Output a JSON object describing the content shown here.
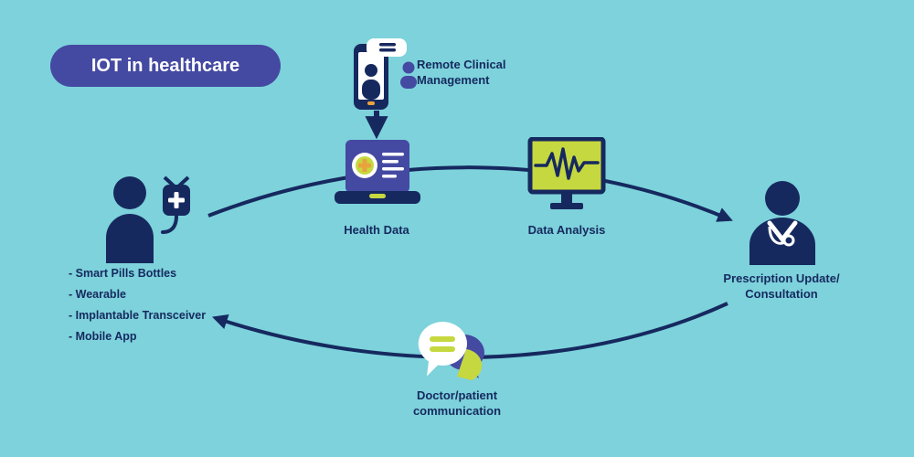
{
  "title_badge": "IOT in healthcare",
  "nodes": {
    "remote_clinical": {
      "line1": "Remote Clinical",
      "line2": "Management"
    },
    "health_data": {
      "label": "Health Data"
    },
    "data_analysis": {
      "label": "Data Analysis"
    },
    "prescription": {
      "line1": "Prescription Update/",
      "line2": "Consultation"
    },
    "communication": {
      "line1": "Doctor/patient",
      "line2": "communication"
    }
  },
  "device_list": [
    "- Smart Pills Bottles",
    "- Wearable",
    "- Implantable Transceiver",
    "- Mobile App"
  ],
  "colors": {
    "background": "#7dd2db",
    "navy": "#16295f",
    "indigo": "#4449a2",
    "yellow_green": "#c6d83f",
    "orange": "#e8a33d",
    "white": "#ffffff"
  }
}
